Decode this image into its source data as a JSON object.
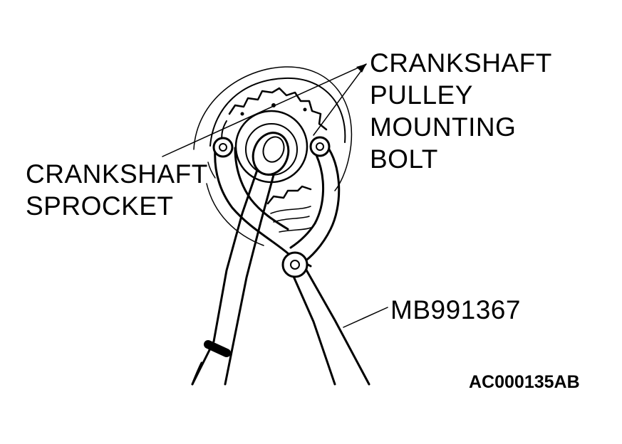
{
  "labels": {
    "pulley_bolt": [
      "CRANKSHAFT",
      "PULLEY",
      "MOUNTING",
      "BOLT"
    ],
    "sprocket": [
      "CRANKSHAFT",
      "SPROCKET"
    ],
    "tool": "MB991367"
  },
  "figure_code": "AC000135AB",
  "colors": {
    "ink": "#000000",
    "paper": "#ffffff"
  }
}
